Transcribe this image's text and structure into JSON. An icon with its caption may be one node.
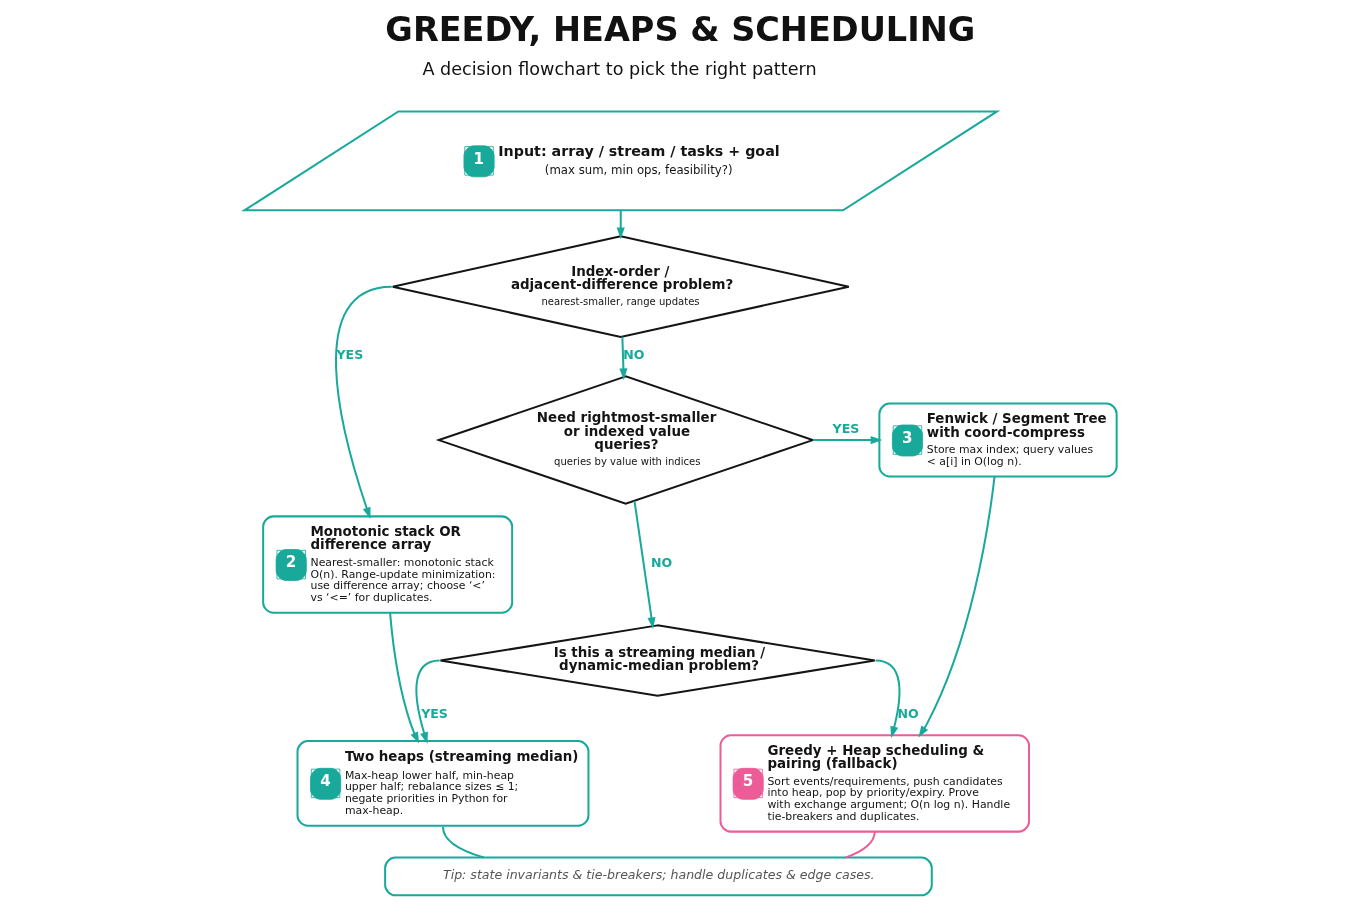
{
  "diagram": {
    "title": "GREEDY, HEAPS & SCHEDULING",
    "nodes": [
      {
        "text": [
          "1",
          "Input: array / stream / tasks + goal",
          "(max sum, min ops, feasibility?)"
        ]
      },
      {
        "text": [
          "Index-order / adjacent-difference problem?",
          "nearest-smaller, range updates"
        ]
      },
      {
        "text": [
          "2",
          "Monotonic stack OR difference array",
          "Nearest-smaller: monotonic stack O(n). Range-update minimization: use difference array; choose ‘<’ vs ‘<=’ for duplicates."
        ]
      },
      {
        "text": [
          "Need rightmost-smaller or indexed value queries?",
          "queries by value with indices"
        ]
      },
      {
        "text": [
          "3",
          "Fenwick / Segment Tree with coord-compress",
          "Store max index; query values < a[i] in O(log n)."
        ]
      },
      {
        "text": [
          "Is this a streaming median / dynamic-median problem?"
        ]
      },
      {
        "text": [
          "4",
          "Two heaps (streaming median)",
          "Max-heap lower half, min-heap upper half; rebalance sizes ≤ 1; negate priorities in Python for max-heap."
        ]
      },
      {
        "text": [
          "5",
          "Greedy + Heap scheduling & pairing (fallback)",
          "Sort events/requirements, push candidates into heap, pop by priority/expiry. Prove with exchange argument; O(n log n). Handle tie-breakers and duplicates."
        ]
      },
      {
        "text": [
          "Tip: state invariants & tie-breakers; handle duplicates & edge cases."
        ]
      }
    ],
    "edges": [
      {
        "from": 0,
        "to": 1,
        "arrow": "to"
      },
      {
        "from": 1,
        "to": 2,
        "arrow": "to",
        "label": "YES"
      },
      {
        "from": 1,
        "to": 3,
        "arrow": "to",
        "label": "NO"
      },
      {
        "from": 2,
        "to": 6,
        "arrow": "to"
      },
      {
        "from": 3,
        "to": 4,
        "arrow": "to",
        "label": "YES"
      },
      {
        "from": 3,
        "to": 5,
        "arrow": "to",
        "label": "NO"
      },
      {
        "from": 4,
        "to": 7,
        "arrow": "to"
      },
      {
        "from": 5,
        "to": 6,
        "arrow": "to",
        "label": "YES"
      },
      {
        "from": 5,
        "to": 7,
        "arrow": "to",
        "label": "NO"
      },
      {
        "from": 6,
        "to": 8,
        "arrow": "none"
      },
      {
        "from": 7,
        "to": 8,
        "arrow": "none",
        "color": "#ec5c98"
      }
    ],
    "labels": [
      "A decision flowchart to pick the right pattern"
    ]
  }
}
